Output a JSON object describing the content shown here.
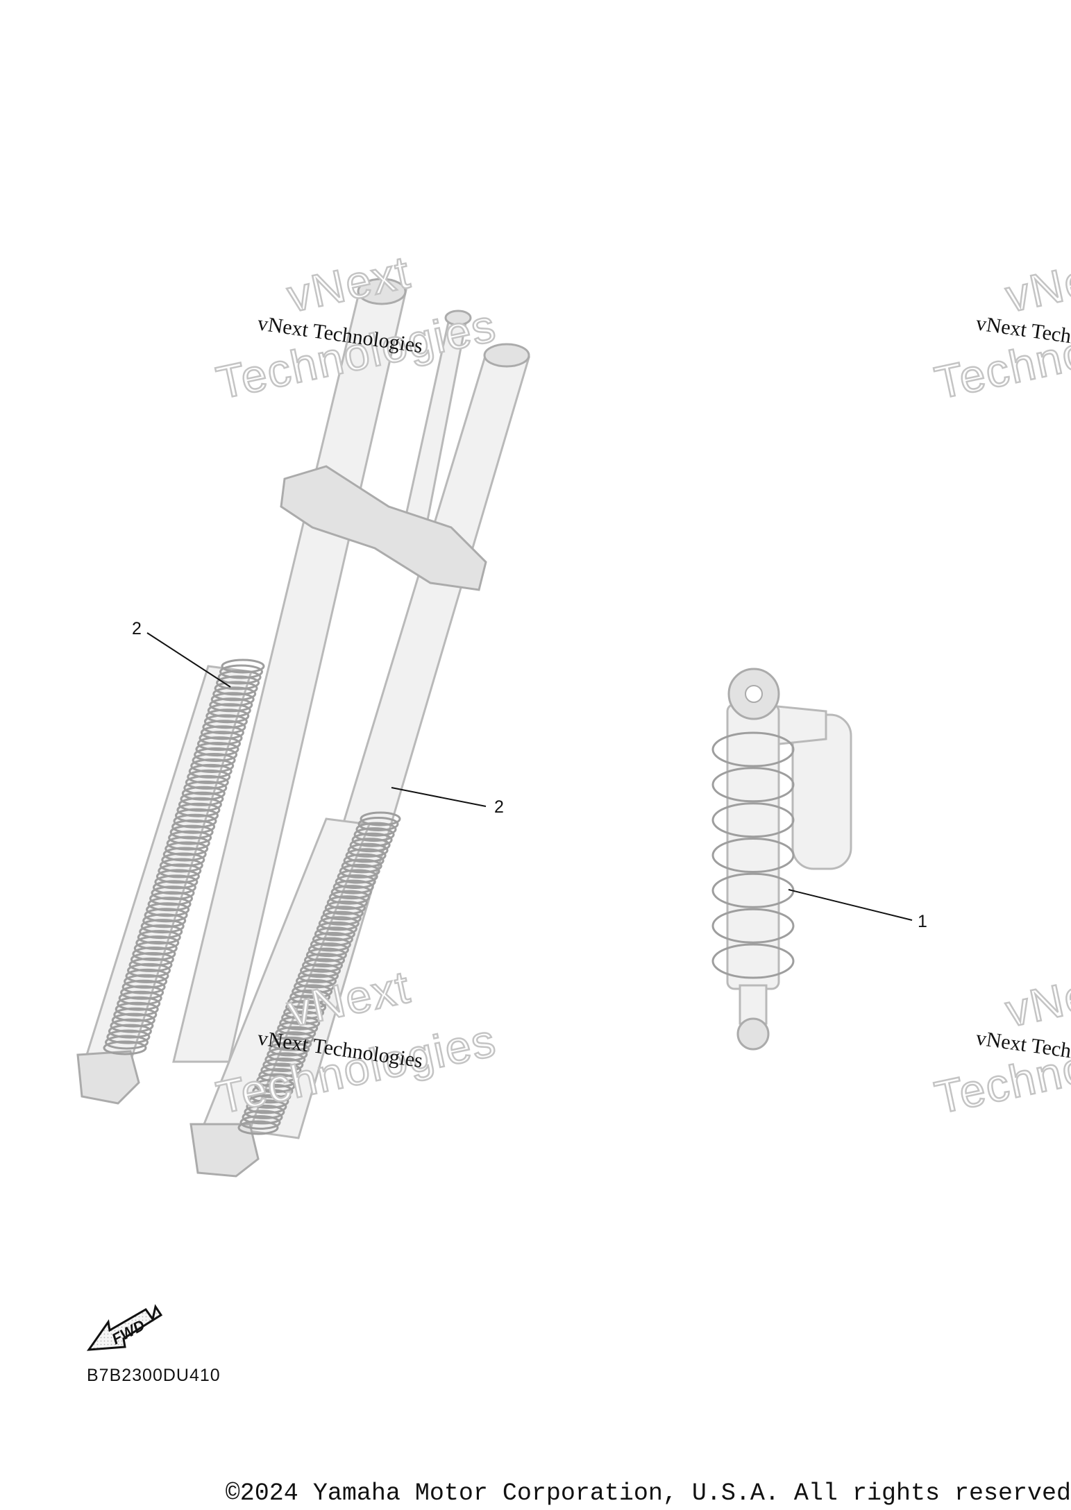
{
  "watermark": {
    "line1": "vNext Technologies",
    "line2": "vNext",
    "line3": "Technologies"
  },
  "callouts": [
    {
      "number": "2"
    },
    {
      "number": "2"
    },
    {
      "number": "1"
    }
  ],
  "fwd_label": "FWD",
  "diagram_code": "B7B2300DU410",
  "copyright": "©2024 Yamaha Motor Corporation, U.S.A. All rights reserved"
}
